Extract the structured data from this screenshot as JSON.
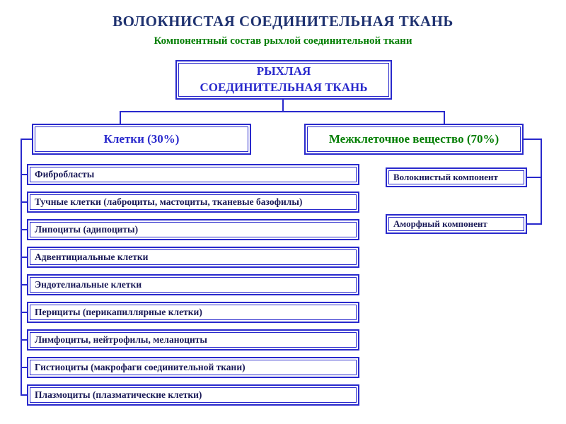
{
  "title": "ВОЛОКНИСТАЯ СОЕДИНИТЕЛЬНАЯ ТКАНЬ",
  "subtitle": "Компонентный состав рыхлой соединительной ткани",
  "root": {
    "line1": "РЫХЛАЯ",
    "line2": "СОЕДИНИТЕЛЬНАЯ ТКАНЬ"
  },
  "branches": {
    "cells_label": "Клетки (30%)",
    "matrix_label": "Межклеточное вещество (70%)"
  },
  "cells": {
    "items": [
      "Фибробласты",
      "Тучные клетки (лаброциты, мастоциты, тканевые базофилы)",
      "Липоциты (адипоциты)",
      "Адвентициальные клетки",
      "Эндотелиальные клетки",
      "Перициты (перикапиллярные клетки)",
      "Лимфоциты, нейтрофилы, меланоциты",
      "Гистиоциты (макрофаги соединительной ткани)",
      "Плазмоциты (плазматические клетки)"
    ]
  },
  "matrix": {
    "items": [
      "Волокнистый компонент",
      "Аморфный компонент"
    ]
  },
  "colors": {
    "accent_blue": "#2929cc",
    "title_navy": "#1f3270",
    "green": "#007d00",
    "item_text_navy": "#191957"
  }
}
